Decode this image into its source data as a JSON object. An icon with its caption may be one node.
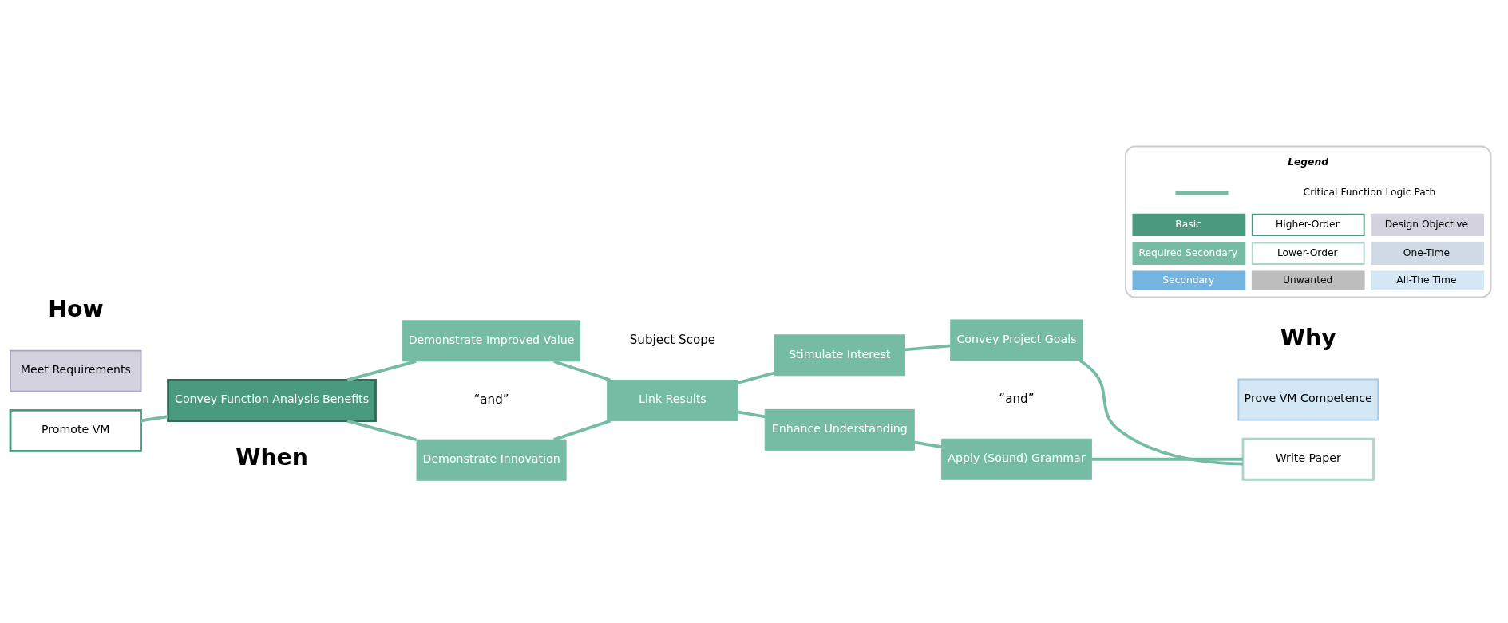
{
  "diagram": {
    "nodes": [
      {
        "text": [
          "Promote VM"
        ]
      },
      {
        "text": [
          "Convey Function Analysis Benefits"
        ]
      },
      {
        "text": [
          "Demonstrate Improved Value"
        ]
      },
      {
        "text": [
          "Demonstrate Innovation"
        ]
      },
      {
        "text": [
          "Link Results"
        ]
      },
      {
        "text": [
          "Stimulate Interest"
        ]
      },
      {
        "text": [
          "Convey Project Goals"
        ]
      },
      {
        "text": [
          "Enhance Understanding"
        ]
      },
      {
        "text": [
          "Apply (Sound) Grammar"
        ]
      },
      {
        "text": [
          "Write Paper"
        ]
      },
      {
        "text": [
          "Meet Requirements"
        ]
      },
      {
        "text": [
          "Prove VM Competence"
        ]
      }
    ],
    "edges": [
      {
        "from": 0,
        "to": 1,
        "arrow": "none"
      },
      {
        "from": 1,
        "to": 2,
        "arrow": "none"
      },
      {
        "from": 1,
        "to": 3,
        "arrow": "none"
      },
      {
        "from": 2,
        "to": 4,
        "arrow": "none"
      },
      {
        "from": 3,
        "to": 4,
        "arrow": "none"
      },
      {
        "from": 4,
        "to": 5,
        "arrow": "none"
      },
      {
        "from": 4,
        "to": 7,
        "arrow": "none"
      },
      {
        "from": 5,
        "to": 6,
        "arrow": "none"
      },
      {
        "from": 7,
        "to": 8,
        "arrow": "none"
      },
      {
        "from": 6,
        "to": 9,
        "arrow": "none"
      },
      {
        "from": 8,
        "to": 9,
        "arrow": "none"
      }
    ],
    "labels": [
      "How",
      "Why",
      "“and”",
      "“and”",
      "When",
      "Subject Scope",
      "Legend"
    ],
    "legend": [
      {
        "text": "Critical Function Logic Path"
      },
      {
        "text": "Basic",
        "color": "#4a9a7f"
      },
      {
        "text": "Higher-Order"
      },
      {
        "text": "Design Objective",
        "color": "#d4d2de"
      },
      {
        "text": "Required Secondary",
        "color": "#76bca5"
      },
      {
        "text": "Lower-Order"
      },
      {
        "text": "One-Time",
        "color": "#cfdae6"
      },
      {
        "text": "Secondary",
        "color": "#74b4e0"
      },
      {
        "text": "Unwanted",
        "color": "#bdbdbd"
      },
      {
        "text": "All-The Time",
        "color": "#d3e7f5"
      }
    ]
  }
}
